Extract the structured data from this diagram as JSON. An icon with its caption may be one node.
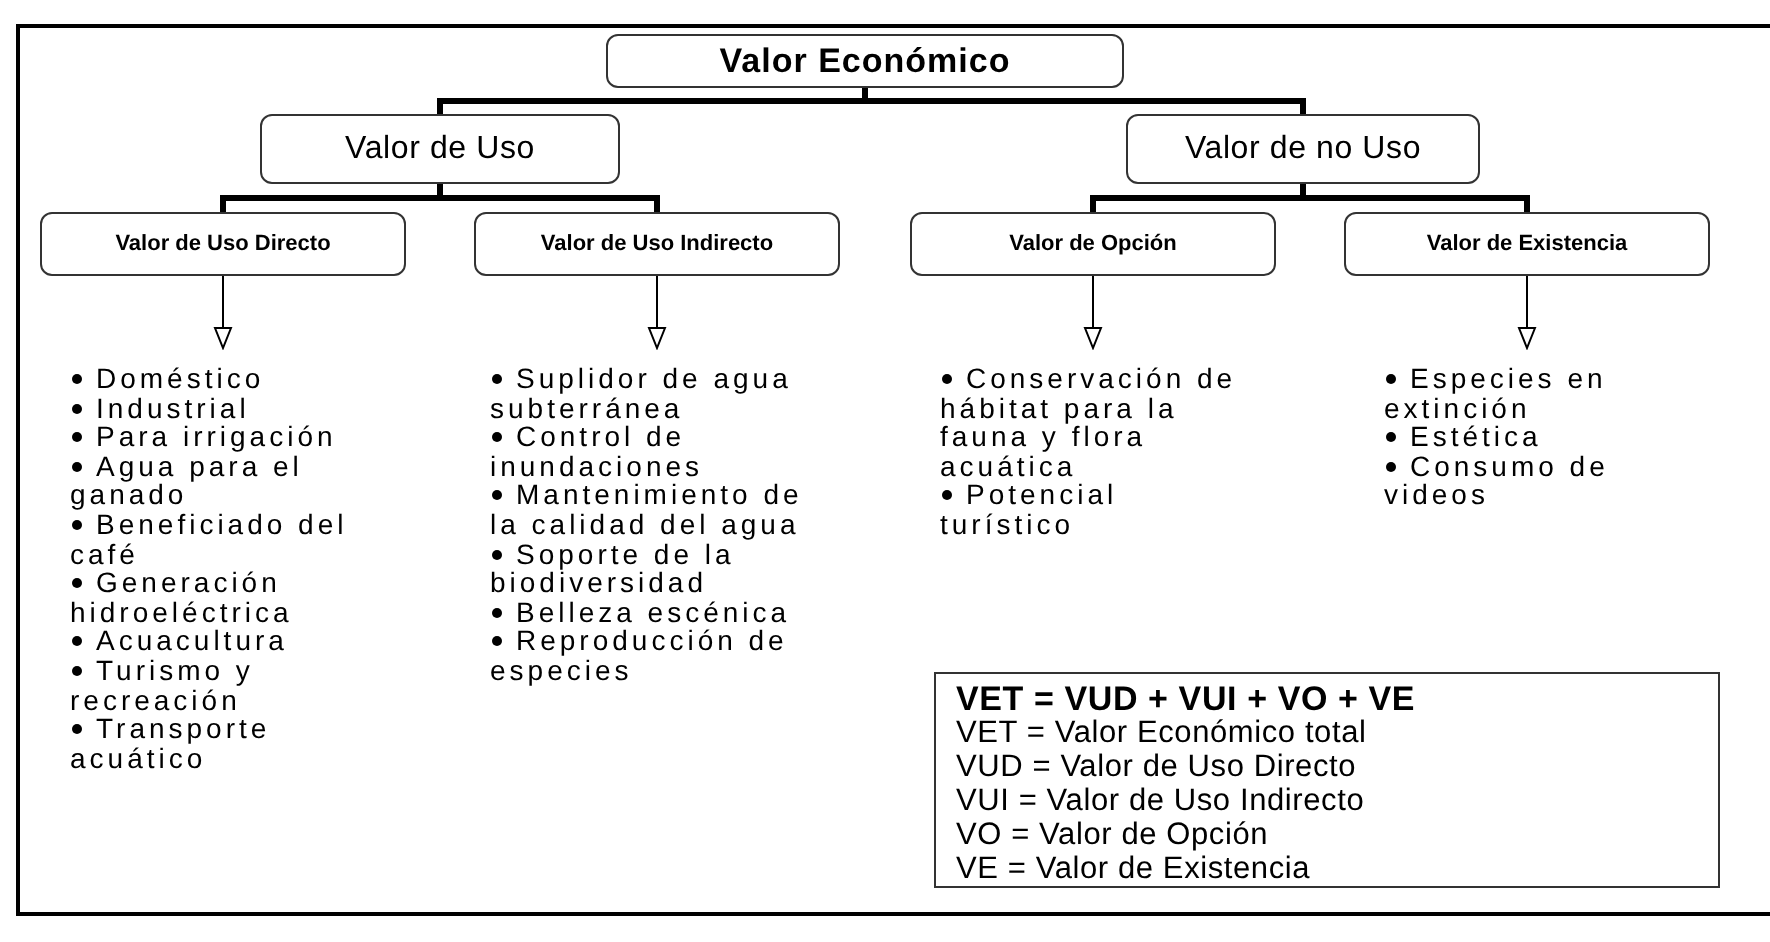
{
  "diagram": {
    "nodes": [
      {
        "text": [
          "Valor Económico"
        ]
      },
      {
        "text": [
          "Valor de Uso"
        ]
      },
      {
        "text": [
          "Valor de no Uso"
        ]
      },
      {
        "text": [
          "Valor de Uso Directo"
        ]
      },
      {
        "text": [
          "Valor de Uso Indirecto"
        ]
      },
      {
        "text": [
          "Valor de Opción"
        ]
      },
      {
        "text": [
          "Valor de Existencia"
        ]
      },
      {
        "text": [
          "Doméstico",
          "Industrial",
          "Para irrigación",
          "Agua para el ganado",
          "Beneficiado del café",
          "Generación hidroeléctrica",
          "Acuacultura",
          "Turismo y recreación",
          "Transporte acuático"
        ]
      },
      {
        "text": [
          "Suplidor de agua subterránea",
          "Control de inundaciones",
          "Mantenimiento de la calidad del agua",
          "Soporte de la biodiversidad",
          "Belleza escénica",
          "Reproducción de especies"
        ]
      },
      {
        "text": [
          "Conservación de hábitat para la fauna y flora acuática",
          "Potencial turístico"
        ]
      },
      {
        "text": [
          "Especies en extinción",
          "Estética",
          "Consumo de videos"
        ]
      },
      {
        "text": [
          "VET = VUD + VUI + VO + VE",
          "VET = Valor Económico total",
          "VUD = Valor de Uso Directo",
          "VUI = Valor de Uso Indirecto",
          "VO = Valor de Opción",
          "VE = Valor de Existencia"
        ]
      }
    ],
    "edges": [
      {
        "from": 0,
        "to": 1,
        "arrow": "none"
      },
      {
        "from": 0,
        "to": 2,
        "arrow": "none"
      },
      {
        "from": 1,
        "to": 3,
        "arrow": "none"
      },
      {
        "from": 1,
        "to": 4,
        "arrow": "none"
      },
      {
        "from": 2,
        "to": 5,
        "arrow": "none"
      },
      {
        "from": 2,
        "to": 6,
        "arrow": "none"
      },
      {
        "from": 3,
        "to": 7,
        "arrow": "to"
      },
      {
        "from": 4,
        "to": 8,
        "arrow": "to"
      },
      {
        "from": 5,
        "to": 9,
        "arrow": "to"
      },
      {
        "from": 6,
        "to": 10,
        "arrow": "to"
      }
    ]
  }
}
